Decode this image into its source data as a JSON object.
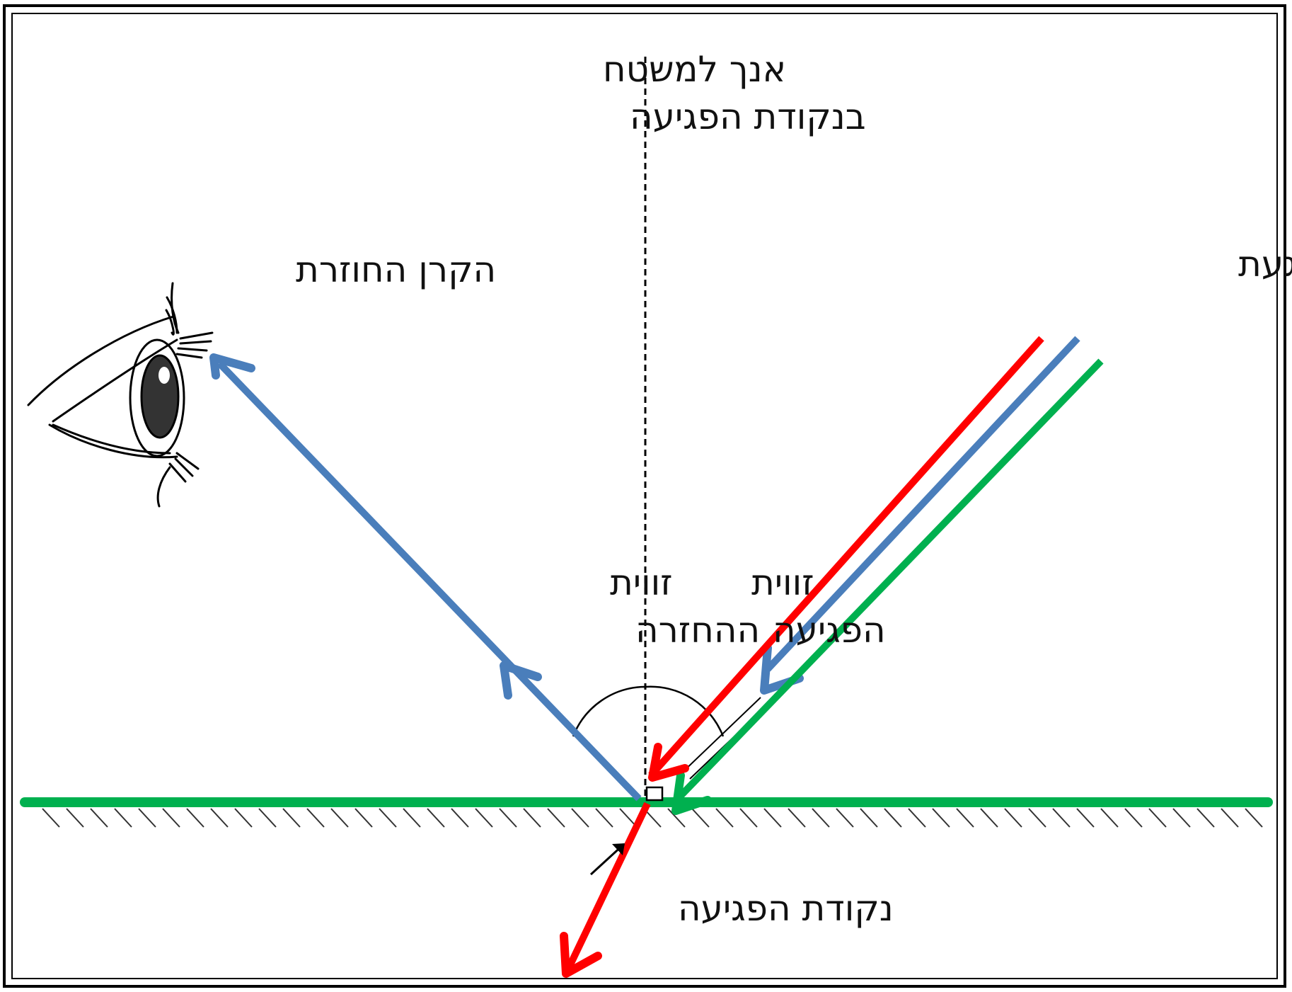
{
  "labels": {
    "normal_line_1": "אנך למשטח",
    "normal_line_2": "בנקודת הפגיעה",
    "reflected_ray": "הקרן החוזרת",
    "incident_ray": "הקרן הפוגעת",
    "reflection_angle_1": "זווית",
    "reflection_angle_2": "ההחזרה",
    "incidence_angle_1": "זווית",
    "incidence_angle_2": "הפגיעה",
    "point_of_incidence": "נקודת הפגיעה"
  },
  "colors": {
    "surface": "#00b04f",
    "reflected": "#4a7ebb",
    "incident_red": "#ff0000",
    "incident_blue": "#4a7ebb",
    "incident_green": "#00b04f",
    "ink": "#000000"
  }
}
